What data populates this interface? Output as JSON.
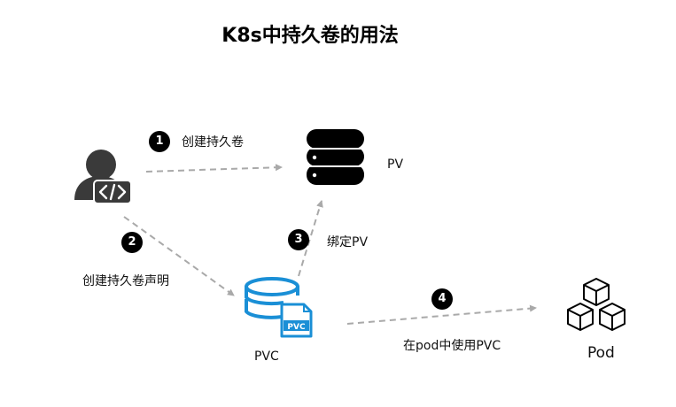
{
  "title": "K8s中持久卷的用法",
  "nodes": {
    "pv": {
      "label": "PV"
    },
    "pvc": {
      "label": "PVC",
      "icon_badge_text": "PVC"
    },
    "pod": {
      "label": "Pod"
    }
  },
  "steps": [
    {
      "number": "1",
      "label": "创建持久卷"
    },
    {
      "number": "2",
      "label": "创建持久卷声明"
    },
    {
      "number": "3",
      "label": "绑定PV"
    },
    {
      "number": "4",
      "label": "在pod中使用PVC"
    }
  ],
  "colors": {
    "icon_dark": "#3a3a3a",
    "database_black": "#000000",
    "pvc_blue": "#1a8fd6",
    "arrow_gray": "#a9a9a9"
  }
}
